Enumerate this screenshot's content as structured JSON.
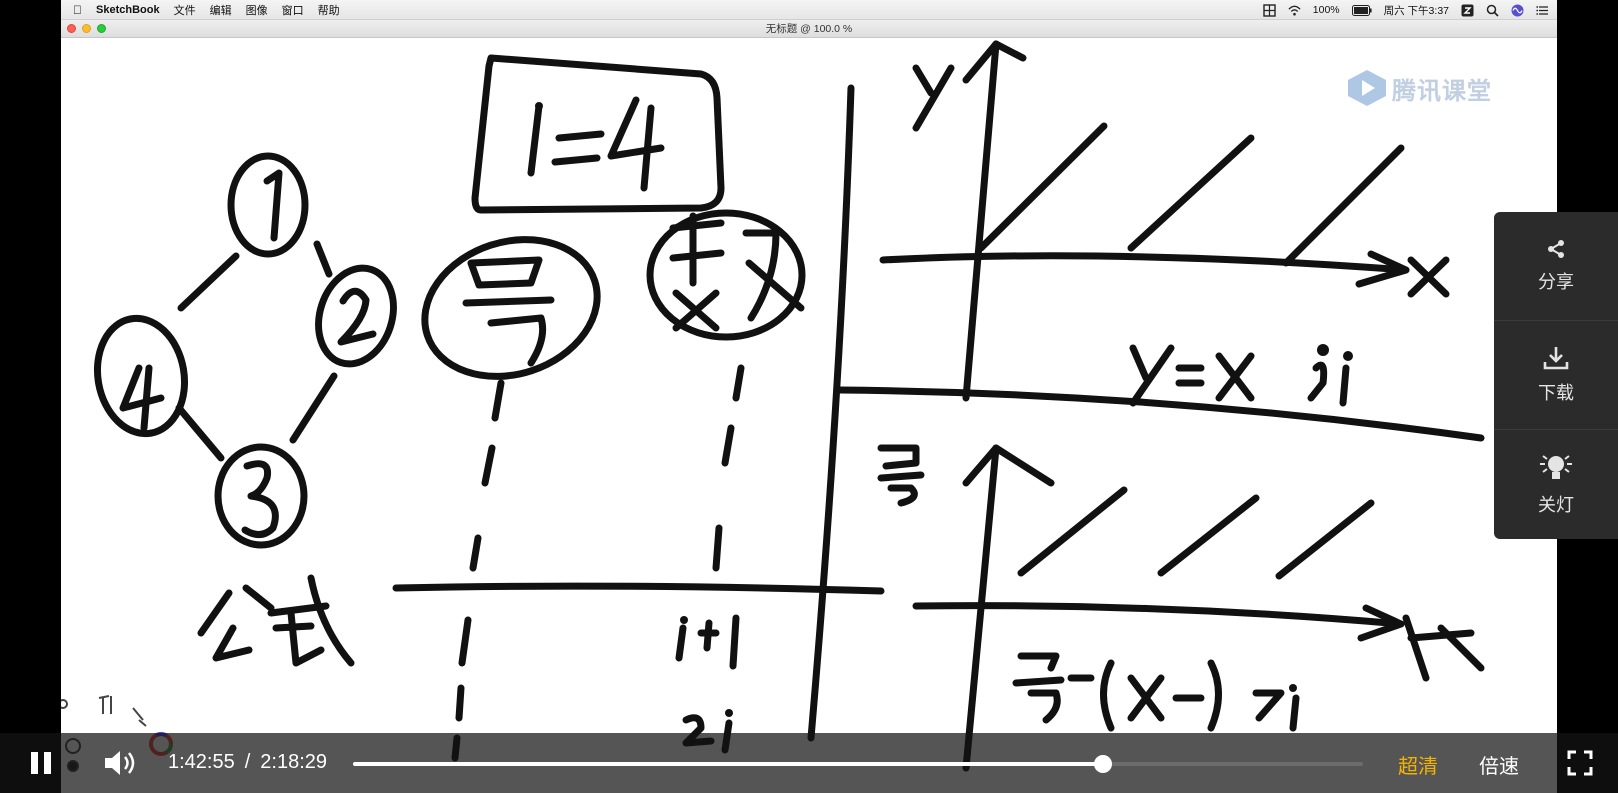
{
  "menubar": {
    "apple": "",
    "app_name": "SketchBook",
    "menus": [
      "文件",
      "编辑",
      "图像",
      "窗口",
      "帮助"
    ],
    "battery_text": "100%",
    "clock": "周六 下午3:37"
  },
  "window": {
    "title": "无标题 @ 100.0 %"
  },
  "watermark": {
    "brand": "腾讯课堂"
  },
  "sidepanel": {
    "share_label": "分享",
    "download_label": "下载",
    "light_label": "关灯"
  },
  "player": {
    "current_time": "1:42:55",
    "separator": "/",
    "total_time": "2:18:29",
    "progress_fraction": 0.7425,
    "quality_label": "超清",
    "speed_label": "倍速"
  },
  "colors": {
    "accent_quality": "#f5b300",
    "panel_bg": "#2b2b2b",
    "ink": "#111111"
  }
}
